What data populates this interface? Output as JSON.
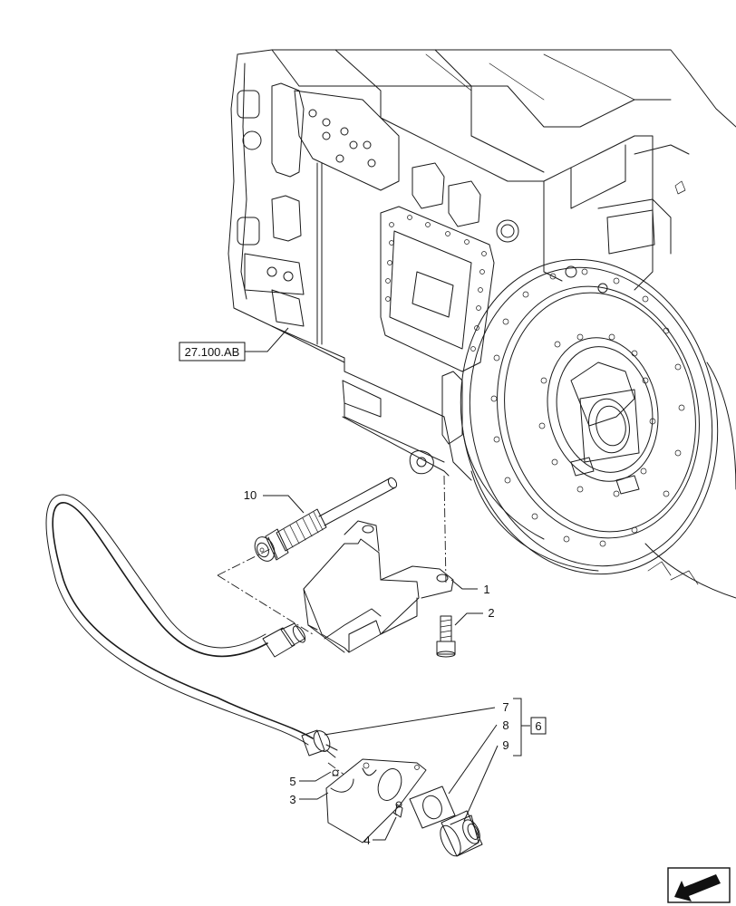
{
  "callouts": {
    "ref_section": "27.100.AB",
    "c1": "1",
    "c2": "2",
    "c3": "3",
    "c4": "4",
    "c5": "5",
    "c6": "6",
    "c7": "7",
    "c8": "8",
    "c9": "9",
    "c10": "10"
  },
  "icons": {
    "nav": "direction-arrow-icon"
  }
}
